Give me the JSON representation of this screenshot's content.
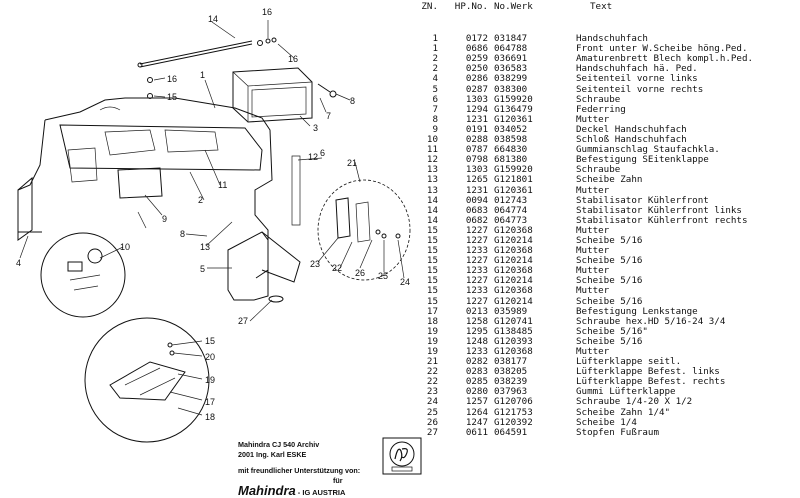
{
  "parts_table": {
    "headers": {
      "zn": "ZN.",
      "hp_no": "HP.No.",
      "no_werk": "No.Werk",
      "text": "Text"
    },
    "rows": [
      {
        "zn": "1",
        "hp": "0172",
        "werk": "031847",
        "text": "Handschuhfach"
      },
      {
        "zn": "1",
        "hp": "0686",
        "werk": "064788",
        "text": "Front unter W.Scheibe  höng.Ped."
      },
      {
        "zn": "2",
        "hp": "0259",
        "werk": "036691",
        "text": "Amaturenbrett Blech kompl.h.Ped."
      },
      {
        "zn": "2",
        "hp": "0250",
        "werk": "036583",
        "text": "Handschuhfach  hä. Ped."
      },
      {
        "zn": "4",
        "hp": "0286",
        "werk": "038299",
        "text": "Seitenteil vorne links"
      },
      {
        "zn": "5",
        "hp": "0287",
        "werk": "038300",
        "text": "Seitenteil vorne rechts"
      },
      {
        "zn": "6",
        "hp": "1303",
        "werk": "G159920",
        "text": "Schraube"
      },
      {
        "zn": "7",
        "hp": "1294",
        "werk": "G136479",
        "text": "Federring"
      },
      {
        "zn": "8",
        "hp": "1231",
        "werk": "G120361",
        "text": "Mutter"
      },
      {
        "zn": "9",
        "hp": "0191",
        "werk": "034052",
        "text": "Deckel Handschuhfach"
      },
      {
        "zn": "10",
        "hp": "0288",
        "werk": "038598",
        "text": "Schloß Handschuhfach"
      },
      {
        "zn": "11",
        "hp": "0787",
        "werk": "664830",
        "text": "Gummianschlag Staufachkla."
      },
      {
        "zn": "12",
        "hp": "0798",
        "werk": "681380",
        "text": "Befestigung SEitenklappe"
      },
      {
        "zn": "13",
        "hp": "1303",
        "werk": "G159920",
        "text": "Schraube"
      },
      {
        "zn": "13",
        "hp": "1265",
        "werk": "G121801",
        "text": "Scheibe Zahn"
      },
      {
        "zn": "13",
        "hp": "1231",
        "werk": "G120361",
        "text": "Mutter"
      },
      {
        "zn": "14",
        "hp": "0094",
        "werk": "012743",
        "text": "Stabilisator Kühlerfront"
      },
      {
        "zn": "14",
        "hp": "0683",
        "werk": "064774",
        "text": "Stabilisator Kühlerfront links"
      },
      {
        "zn": "14",
        "hp": "0682",
        "werk": "064773",
        "text": "Stabilisator Kühlerfront rechts"
      },
      {
        "zn": "15",
        "hp": "1227",
        "werk": "G120368",
        "text": "Mutter"
      },
      {
        "zn": "15",
        "hp": "1227",
        "werk": "G120214",
        "text": "Scheibe 5/16"
      },
      {
        "zn": "15",
        "hp": "1233",
        "werk": "G120368",
        "text": "Mutter"
      },
      {
        "zn": "15",
        "hp": "1227",
        "werk": "G120214",
        "text": "Scheibe 5/16"
      },
      {
        "zn": "15",
        "hp": "1233",
        "werk": "G120368",
        "text": "Mutter"
      },
      {
        "zn": "15",
        "hp": "1227",
        "werk": "G120214",
        "text": "Scheibe 5/16"
      },
      {
        "zn": "15",
        "hp": "1233",
        "werk": "G120368",
        "text": "Mutter"
      },
      {
        "zn": "15",
        "hp": "1227",
        "werk": "G120214",
        "text": "Scheibe 5/16"
      },
      {
        "zn": "17",
        "hp": "0213",
        "werk": "035989",
        "text": "Befestigung Lenkstange"
      },
      {
        "zn": "18",
        "hp": "1258",
        "werk": "G120741",
        "text": "Schraube hex.HD 5/16-24 3/4"
      },
      {
        "zn": "19",
        "hp": "1295",
        "werk": "G138485",
        "text": "Scheibe  5/16\""
      },
      {
        "zn": "19",
        "hp": "1248",
        "werk": "G120393",
        "text": "Scheibe  5/16"
      },
      {
        "zn": "19",
        "hp": "1233",
        "werk": "G120368",
        "text": "Mutter"
      },
      {
        "zn": "21",
        "hp": "0282",
        "werk": "038177",
        "text": "Lüfterklappe seitl."
      },
      {
        "zn": "22",
        "hp": "0283",
        "werk": "038205",
        "text": "Lüfterklappe Befest. links"
      },
      {
        "zn": "22",
        "hp": "0285",
        "werk": "038239",
        "text": "Lüfterklappe Befest. rechts"
      },
      {
        "zn": "23",
        "hp": "0280",
        "werk": "037963",
        "text": "Gummi Lüfterklappe"
      },
      {
        "zn": "24",
        "hp": "1257",
        "werk": "G120706",
        "text": "Schraube 1/4-20 X 1/2"
      },
      {
        "zn": "25",
        "hp": "1264",
        "werk": "G121753",
        "text": "Scheibe Zahn  1/4\""
      },
      {
        "zn": "26",
        "hp": "1247",
        "werk": "G120392",
        "text": "Scheibe 1/4"
      },
      {
        "zn": "27",
        "hp": "0611",
        "werk": "064591",
        "text": "Stopfen Fußraum"
      }
    ]
  },
  "diagram": {
    "callouts": [
      "1",
      "2",
      "3",
      "4",
      "5",
      "6",
      "7",
      "8",
      "8",
      "9",
      "10",
      "11",
      "12",
      "13",
      "14",
      "15",
      "15",
      "16",
      "16",
      "16",
      "17",
      "18",
      "19",
      "20",
      "21",
      "22",
      "23",
      "24",
      "25",
      "26",
      "27"
    ]
  },
  "footer": {
    "line1": "Mahindra CJ 540 Archiv",
    "line2": "2001 Ing. Karl ESKE",
    "line3": "mit freundlicher Unterstützung von:",
    "line4": "für",
    "brand": "Mahindra",
    "brand_suffix": "- IG AUSTRIA"
  }
}
